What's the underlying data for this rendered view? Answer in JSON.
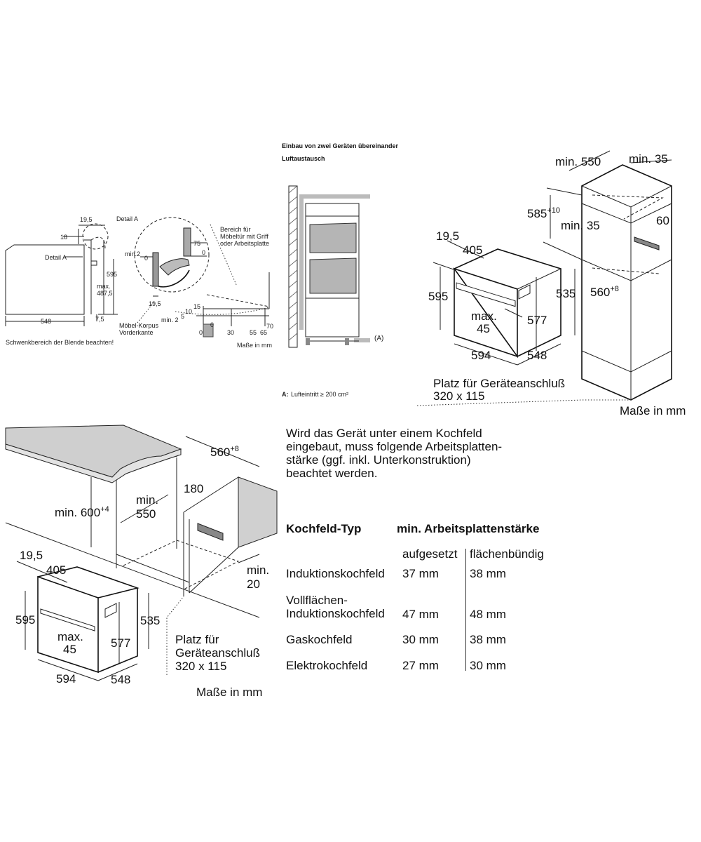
{
  "top_left": {
    "detail_label_1": "Detail A",
    "detail_label_2": "Detail A",
    "dim_195": "19,5",
    "dim_18": "18",
    "dim_595": "595",
    "dim_max": "max.",
    "dim_4875": "487,5",
    "dim_548": "548",
    "dim_75a": "7,5",
    "footer_note": "Schwenkbereich der Blende beachten!",
    "detail_min2": "min.2",
    "detail_0a": "0",
    "detail_75": "75",
    "detail_0b": "0",
    "detail_195": "19,5",
    "bereich_1": "Bereich für",
    "bereich_2": "Möbeltür mit Griff",
    "bereich_3": "oder Arbeitsplatte",
    "korpus_1": "Möbel-Korpus",
    "korpus_2": "Vorderkante",
    "sw_15": "15",
    "sw_10": "10",
    "sw_5": "5",
    "sw_min2": "min. 2",
    "sw_0a": "0",
    "sw_0b": "0",
    "sw_30": "30",
    "sw_55": "55",
    "sw_65": "65",
    "sw_70": "70",
    "units": "Maße in mm"
  },
  "top_middle": {
    "title": "Einbau von zwei Geräten übereinander",
    "subtitle": "Luftaustausch",
    "marker": "(A)",
    "footnote_key": "A:",
    "footnote_text": "Lufteintritt ≥ 200 cm²"
  },
  "top_right": {
    "min550": "min. 550",
    "min35a": "min. 35",
    "dim585": "585",
    "dim585_sup": "+10",
    "min35b": "min. 35",
    "dim60": "60",
    "dim195": "19,5",
    "dim405": "405",
    "dim595": "595",
    "dim535": "535",
    "dim560": "560",
    "dim560_sup": "+8",
    "max": "max.",
    "dim45": "45",
    "dim577": "577",
    "dim594": "594",
    "dim548": "548",
    "platz_1": "Platz für Geräteanschluß",
    "platz_2": "320 x 115",
    "units": "Maße in mm"
  },
  "bottom_left": {
    "dim560": "560",
    "dim560_sup": "+8",
    "dim180": "180",
    "min600": "min. 600",
    "min600_sup": "+4",
    "min550_a": "min.",
    "min550_b": "550",
    "min20_a": "min.",
    "min20_b": "20",
    "dim195": "19,5",
    "dim405": "405",
    "dim595": "595",
    "dim535": "535",
    "max": "max.",
    "dim45": "45",
    "dim577": "577",
    "dim594": "594",
    "dim548": "548",
    "platz_1": "Platz für",
    "platz_2": "Geräteanschluß",
    "platz_3": "320 x 115",
    "units": "Maße in mm"
  },
  "note": {
    "lines": [
      "Wird das Gerät unter einem Kochfeld",
      "eingebaut, muss folgende Arbeitsplatten-",
      "stärke (ggf. inkl. Unterkonstruktion)",
      "beachtet werden."
    ]
  },
  "table": {
    "col1_header": "Kochfeld-Typ",
    "col2_header": "min. Arbeitsplattenstärke",
    "sub_aufgesetzt": "aufgesetzt",
    "sub_flaechenbuendig": "flächenbündig",
    "rows": [
      {
        "name_1": "Induktionskochfeld",
        "name_2": "",
        "aufgesetzt": "37 mm",
        "flaechenbuendig": "38 mm"
      },
      {
        "name_1": "Vollflächen-",
        "name_2": "Induktionskochfeld",
        "aufgesetzt": "47 mm",
        "flaechenbuendig": "48 mm"
      },
      {
        "name_1": "Gaskochfeld",
        "name_2": "",
        "aufgesetzt": "30 mm",
        "flaechenbuendig": "38 mm"
      },
      {
        "name_1": "Elektrokochfeld",
        "name_2": "",
        "aufgesetzt": "27 mm",
        "flaechenbuendig": "30 mm"
      }
    ]
  }
}
